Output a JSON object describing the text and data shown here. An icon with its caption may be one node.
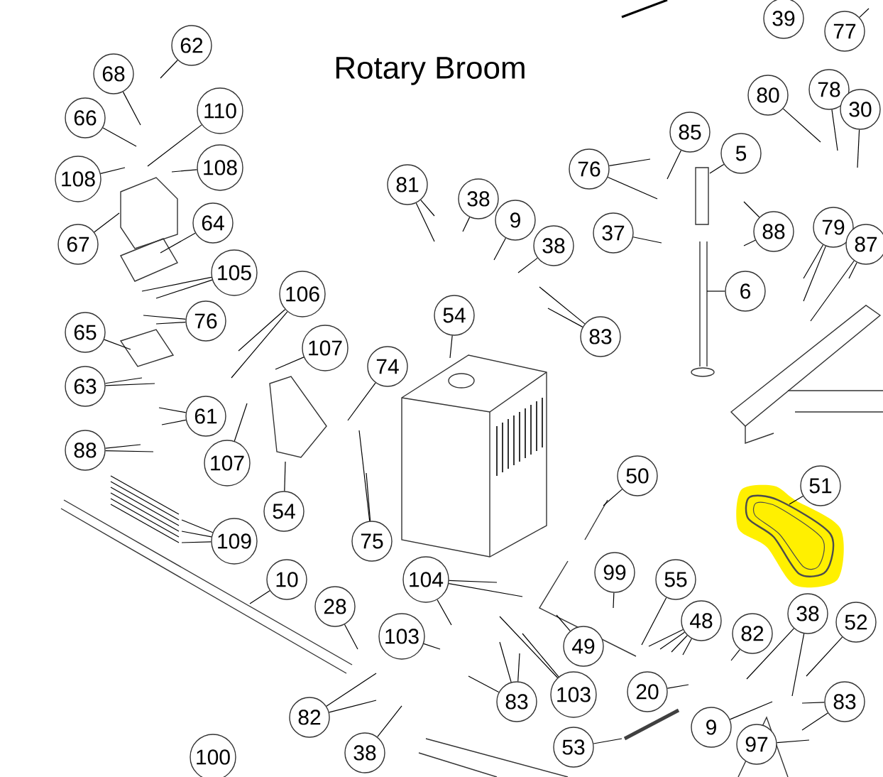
{
  "diagram": {
    "title": "Rotary Broom",
    "nodes": [
      {
        "text": [
          "62"
        ]
      },
      {
        "text": [
          "39"
        ]
      },
      {
        "text": [
          "77"
        ]
      },
      {
        "text": [
          "68"
        ]
      },
      {
        "text": [
          "80"
        ]
      },
      {
        "text": [
          "78"
        ]
      },
      {
        "text": [
          "30"
        ]
      },
      {
        "text": [
          "110"
        ]
      },
      {
        "text": [
          "85"
        ]
      },
      {
        "text": [
          "66"
        ]
      },
      {
        "text": [
          "5"
        ]
      },
      {
        "text": [
          "76"
        ]
      },
      {
        "text": [
          "108"
        ]
      },
      {
        "text": [
          "108"
        ]
      },
      {
        "text": [
          "81"
        ]
      },
      {
        "text": [
          "38"
        ]
      },
      {
        "text": [
          "9"
        ]
      },
      {
        "text": [
          "37"
        ]
      },
      {
        "text": [
          "88"
        ]
      },
      {
        "text": [
          "79"
        ]
      },
      {
        "text": [
          "87"
        ]
      },
      {
        "text": [
          "67"
        ]
      },
      {
        "text": [
          "64"
        ]
      },
      {
        "text": [
          "38"
        ]
      },
      {
        "text": [
          "105"
        ]
      },
      {
        "text": [
          "6"
        ]
      },
      {
        "text": [
          "106"
        ]
      },
      {
        "text": [
          "54"
        ]
      },
      {
        "text": [
          "76"
        ]
      },
      {
        "text": [
          "83"
        ]
      },
      {
        "text": [
          "65"
        ]
      },
      {
        "text": [
          "107"
        ]
      },
      {
        "text": [
          "74"
        ]
      },
      {
        "text": [
          "63"
        ]
      },
      {
        "text": [
          "61"
        ]
      },
      {
        "text": [
          "88"
        ]
      },
      {
        "text": [
          "107"
        ]
      },
      {
        "text": [
          "50"
        ]
      },
      {
        "text": [
          "51"
        ]
      },
      {
        "text": [
          "54"
        ]
      },
      {
        "text": [
          "109"
        ]
      },
      {
        "text": [
          "75"
        ]
      },
      {
        "text": [
          "10"
        ]
      },
      {
        "text": [
          "104"
        ]
      },
      {
        "text": [
          "99"
        ]
      },
      {
        "text": [
          "55"
        ]
      },
      {
        "text": [
          "28"
        ]
      },
      {
        "text": [
          "48"
        ]
      },
      {
        "text": [
          "82"
        ]
      },
      {
        "text": [
          "38"
        ]
      },
      {
        "text": [
          "52"
        ]
      },
      {
        "text": [
          "103"
        ]
      },
      {
        "text": [
          "49"
        ]
      },
      {
        "text": [
          "20"
        ]
      },
      {
        "text": [
          "103"
        ]
      },
      {
        "text": [
          "83"
        ]
      },
      {
        "text": [
          "83"
        ]
      },
      {
        "text": [
          "82"
        ]
      },
      {
        "text": [
          "9"
        ]
      },
      {
        "text": [
          "97"
        ]
      },
      {
        "text": [
          "53"
        ]
      },
      {
        "text": [
          "38"
        ]
      },
      {
        "text": [
          "100"
        ]
      }
    ],
    "edges": [
      {
        "from": 0,
        "to": null,
        "arrow": "none"
      },
      {
        "from": 2,
        "to": null,
        "arrow": "none"
      },
      {
        "from": 3,
        "to": null,
        "arrow": "none"
      },
      {
        "from": 4,
        "to": null,
        "arrow": "none"
      },
      {
        "from": 5,
        "to": null,
        "arrow": "none"
      },
      {
        "from": 6,
        "to": null,
        "arrow": "none"
      },
      {
        "from": 7,
        "to": null,
        "arrow": "none"
      },
      {
        "from": 8,
        "to": null,
        "arrow": "none"
      },
      {
        "from": 9,
        "to": null,
        "arrow": "none"
      },
      {
        "from": 10,
        "to": null,
        "arrow": "none"
      },
      {
        "from": 11,
        "to": null,
        "arrow": "none"
      },
      {
        "from": 11,
        "to": null,
        "arrow": "none"
      },
      {
        "from": 12,
        "to": null,
        "arrow": "none"
      },
      {
        "from": 13,
        "to": null,
        "arrow": "none"
      },
      {
        "from": 14,
        "to": null,
        "arrow": "none"
      },
      {
        "from": 14,
        "to": null,
        "arrow": "none"
      },
      {
        "from": 15,
        "to": null,
        "arrow": "none"
      },
      {
        "from": 16,
        "to": null,
        "arrow": "none"
      },
      {
        "from": 17,
        "to": null,
        "arrow": "none"
      },
      {
        "from": 18,
        "to": null,
        "arrow": "none"
      },
      {
        "from": 18,
        "to": null,
        "arrow": "none"
      },
      {
        "from": 19,
        "to": null,
        "arrow": "none"
      },
      {
        "from": 19,
        "to": null,
        "arrow": "none"
      },
      {
        "from": 20,
        "to": null,
        "arrow": "none"
      },
      {
        "from": 20,
        "to": null,
        "arrow": "none"
      },
      {
        "from": 21,
        "to": null,
        "arrow": "none"
      },
      {
        "from": 22,
        "to": null,
        "arrow": "none"
      },
      {
        "from": 23,
        "to": null,
        "arrow": "none"
      },
      {
        "from": 24,
        "to": null,
        "arrow": "none"
      },
      {
        "from": 24,
        "to": null,
        "arrow": "none"
      },
      {
        "from": 25,
        "to": null,
        "arrow": "none"
      },
      {
        "from": 26,
        "to": null,
        "arrow": "none"
      },
      {
        "from": 26,
        "to": null,
        "arrow": "none"
      },
      {
        "from": 27,
        "to": null,
        "arrow": "none"
      },
      {
        "from": 28,
        "to": null,
        "arrow": "none"
      },
      {
        "from": 28,
        "to": null,
        "arrow": "none"
      },
      {
        "from": 29,
        "to": null,
        "arrow": "none"
      },
      {
        "from": 29,
        "to": null,
        "arrow": "none"
      },
      {
        "from": 30,
        "to": null,
        "arrow": "none"
      },
      {
        "from": 31,
        "to": null,
        "arrow": "none"
      },
      {
        "from": 32,
        "to": null,
        "arrow": "none"
      },
      {
        "from": 33,
        "to": null,
        "arrow": "none"
      },
      {
        "from": 33,
        "to": null,
        "arrow": "none"
      },
      {
        "from": 34,
        "to": null,
        "arrow": "none"
      },
      {
        "from": 34,
        "to": null,
        "arrow": "none"
      },
      {
        "from": 35,
        "to": null,
        "arrow": "none"
      },
      {
        "from": 35,
        "to": null,
        "arrow": "none"
      },
      {
        "from": 36,
        "to": null,
        "arrow": "none"
      },
      {
        "from": 37,
        "to": null,
        "arrow": "none"
      },
      {
        "from": 38,
        "to": null,
        "arrow": "none"
      },
      {
        "from": 39,
        "to": null,
        "arrow": "none"
      },
      {
        "from": 40,
        "to": null,
        "arrow": "none"
      },
      {
        "from": 40,
        "to": null,
        "arrow": "none"
      },
      {
        "from": 40,
        "to": null,
        "arrow": "none"
      },
      {
        "from": 41,
        "to": null,
        "arrow": "none"
      },
      {
        "from": 41,
        "to": null,
        "arrow": "none"
      },
      {
        "from": 42,
        "to": null,
        "arrow": "none"
      },
      {
        "from": 43,
        "to": null,
        "arrow": "none"
      },
      {
        "from": 43,
        "to": null,
        "arrow": "none"
      },
      {
        "from": 43,
        "to": null,
        "arrow": "none"
      },
      {
        "from": 44,
        "to": null,
        "arrow": "none"
      },
      {
        "from": 45,
        "to": null,
        "arrow": "none"
      },
      {
        "from": 46,
        "to": null,
        "arrow": "none"
      },
      {
        "from": 47,
        "to": null,
        "arrow": "none"
      },
      {
        "from": 47,
        "to": null,
        "arrow": "none"
      },
      {
        "from": 47,
        "to": null,
        "arrow": "none"
      },
      {
        "from": 47,
        "to": null,
        "arrow": "none"
      },
      {
        "from": 48,
        "to": null,
        "arrow": "none"
      },
      {
        "from": 49,
        "to": null,
        "arrow": "none"
      },
      {
        "from": 49,
        "to": null,
        "arrow": "none"
      },
      {
        "from": 50,
        "to": null,
        "arrow": "none"
      },
      {
        "from": 51,
        "to": null,
        "arrow": "none"
      },
      {
        "from": 52,
        "to": null,
        "arrow": "none"
      },
      {
        "from": 53,
        "to": null,
        "arrow": "none"
      },
      {
        "from": 54,
        "to": null,
        "arrow": "none"
      },
      {
        "from": 54,
        "to": null,
        "arrow": "none"
      },
      {
        "from": 55,
        "to": null,
        "arrow": "none"
      },
      {
        "from": 55,
        "to": null,
        "arrow": "none"
      },
      {
        "from": 55,
        "to": null,
        "arrow": "none"
      },
      {
        "from": 56,
        "to": null,
        "arrow": "none"
      },
      {
        "from": 56,
        "to": null,
        "arrow": "none"
      },
      {
        "from": 57,
        "to": null,
        "arrow": "none"
      },
      {
        "from": 57,
        "to": null,
        "arrow": "none"
      },
      {
        "from": 58,
        "to": null,
        "arrow": "none"
      },
      {
        "from": 59,
        "to": null,
        "arrow": "none"
      },
      {
        "from": 60,
        "to": null,
        "arrow": "none"
      },
      {
        "from": 61,
        "to": null,
        "arrow": "none"
      }
    ]
  }
}
